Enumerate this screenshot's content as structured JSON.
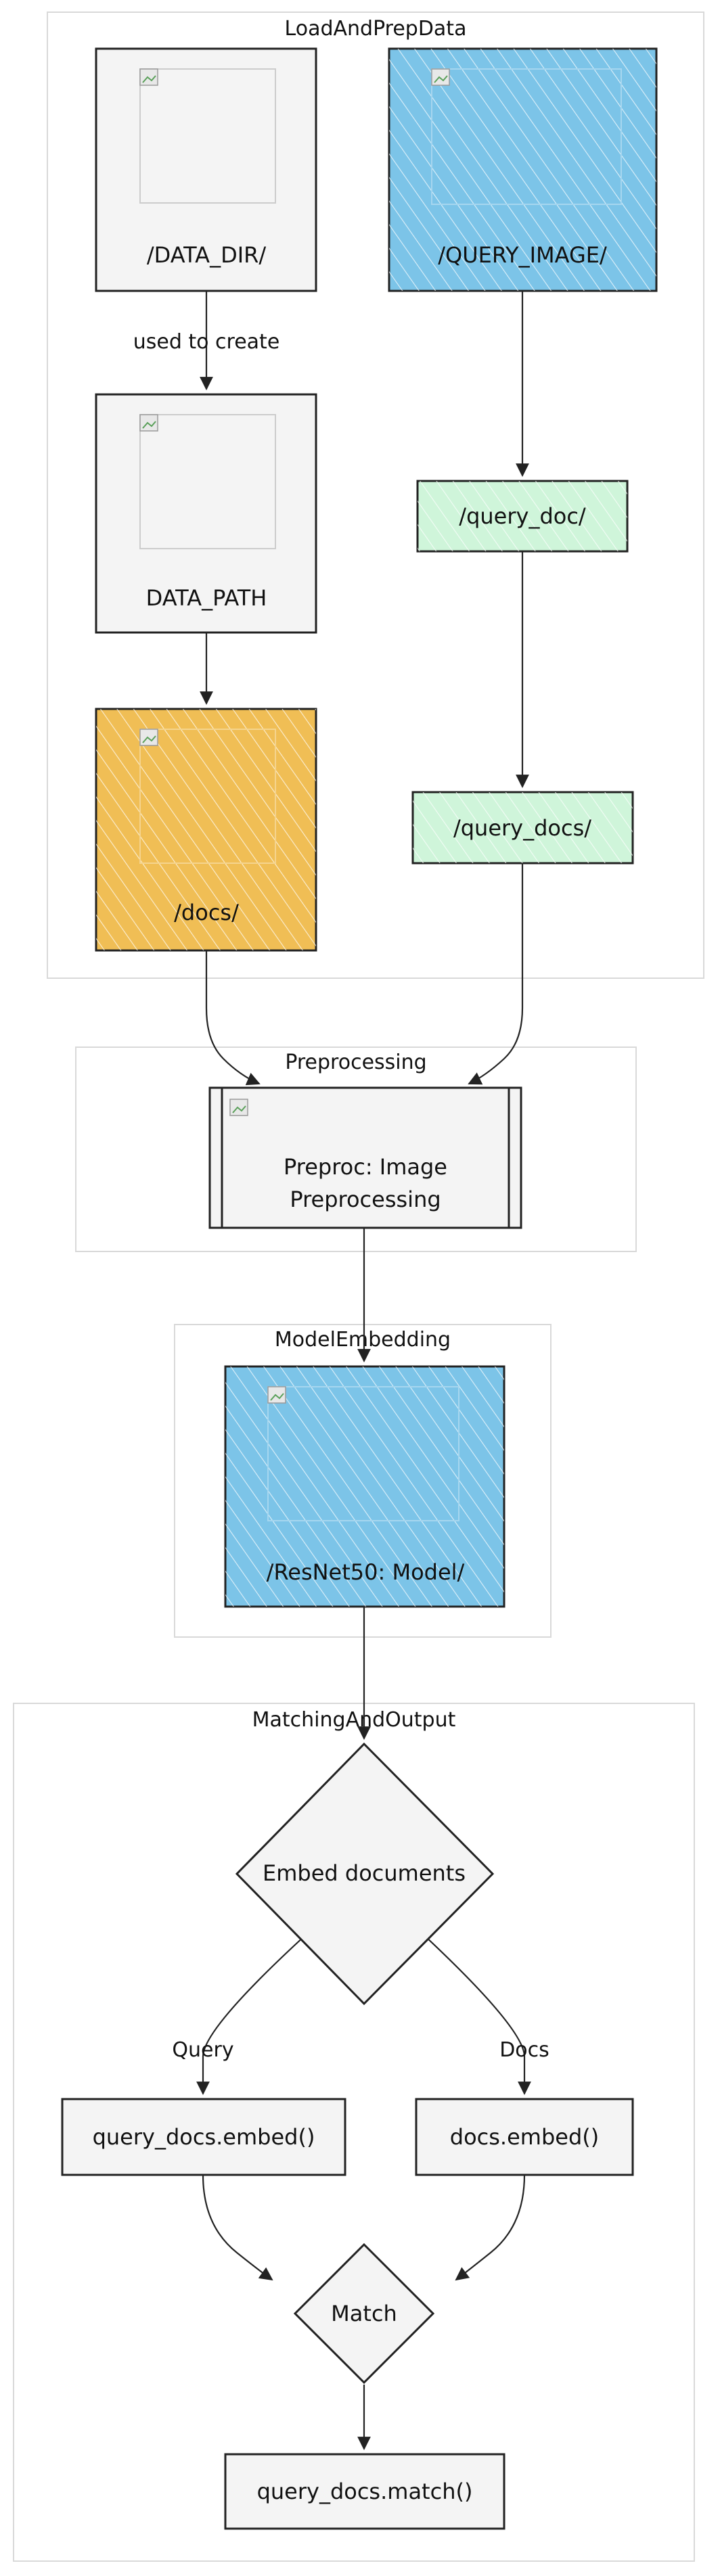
{
  "colors": {
    "cluster_border": "#d9d9d9",
    "node_default_fill": "#f4f4f4",
    "node_blue_fill": "#7cc4e8",
    "node_orange_fill": "#f0be55",
    "node_green_fill": "#cff5da",
    "edge": "#222222",
    "hatch": "#ffffff"
  },
  "clusters": {
    "load": "LoadAndPrepData",
    "preprocessing": "Preprocessing",
    "model_embedding": "ModelEmbedding",
    "matching": "MatchingAndOutput"
  },
  "nodes": {
    "data_dir": "/DATA_DIR/",
    "query_image": "/QUERY_IMAGE/",
    "data_path": "DATA_PATH",
    "query_doc": "/query_doc/",
    "docs": "/docs/",
    "query_docs": "/query_docs/",
    "preproc_line1": "Preproc: Image",
    "preproc_line2": "Preprocessing",
    "resnet": "/ResNet50: Model/",
    "embed_documents": "Embed documents",
    "query_embed": "query_docs.embed()",
    "docs_embed": "docs.embed()",
    "match": "Match",
    "query_match": "query_docs.match()"
  },
  "edge_labels": {
    "used_to_create": "used to create",
    "query": "Query",
    "docs": "Docs"
  }
}
